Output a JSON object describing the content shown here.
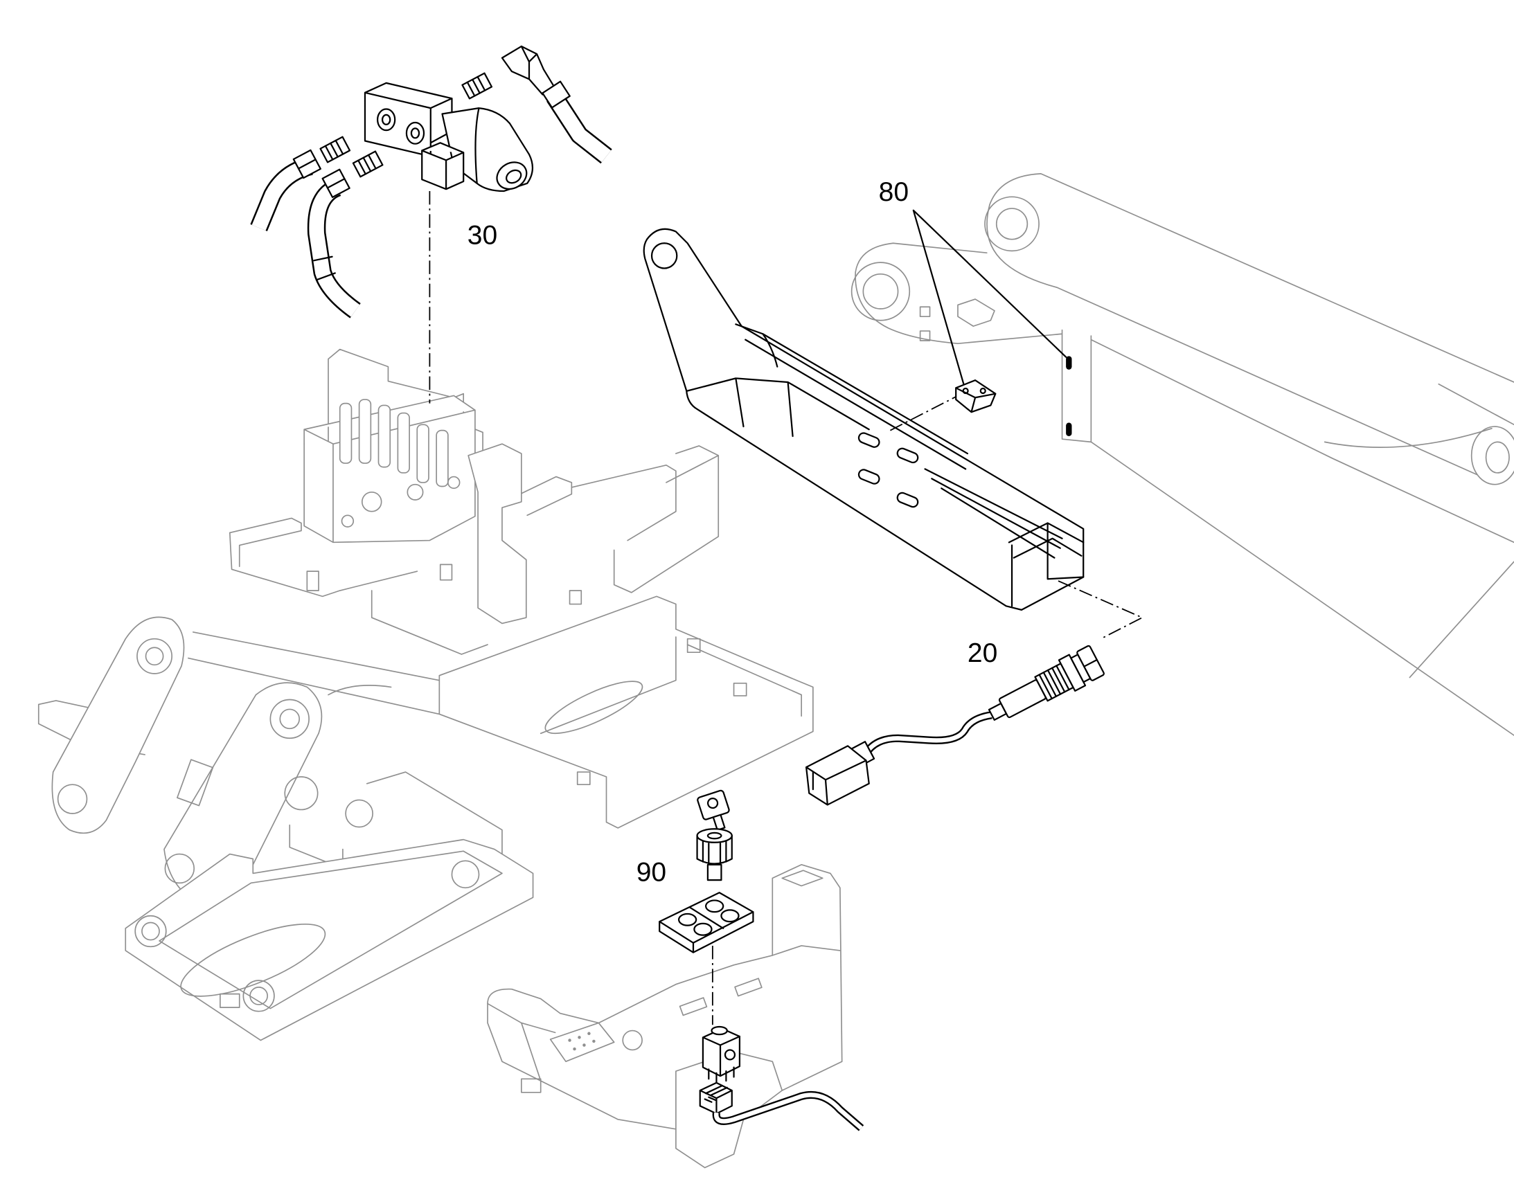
{
  "diagram": {
    "callouts": {
      "c80": "80",
      "c30": "30",
      "c20": "20",
      "c90": "90"
    }
  },
  "colors": {
    "part": "#000000",
    "context": "#8f8f8f",
    "background": "#ffffff"
  }
}
